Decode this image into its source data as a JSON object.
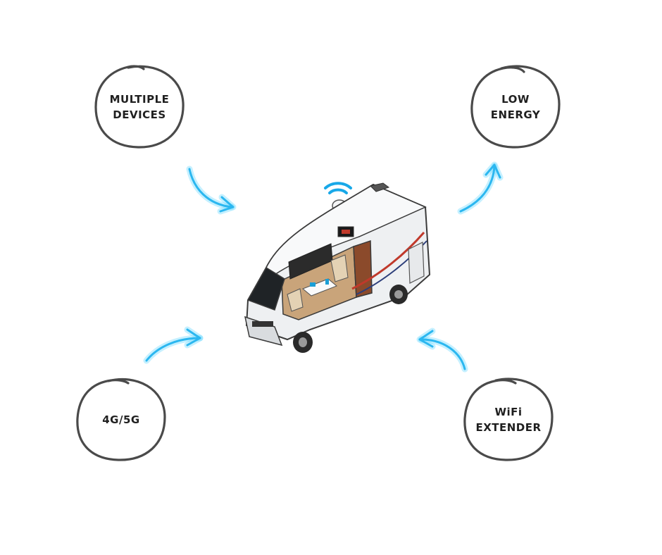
{
  "colors": {
    "bubble_stroke": "#4a4a4a",
    "arrow_glow": "#5ad3ff",
    "arrow_core": "#2bb7f0",
    "wifi_signal": "#18a8e8",
    "camper_body": "#eef0f2",
    "camper_stripe": "#c0392b",
    "camper_interior": "#8b4a2b"
  },
  "diagram": {
    "center": {
      "label": "",
      "icon": "camper-van-with-wifi-router-icon"
    },
    "features": [
      {
        "id": "multiple-devices",
        "lines": [
          "MULTIPLE",
          "DEVICES"
        ]
      },
      {
        "id": "low-energy",
        "lines": [
          "LOW",
          "ENERGY"
        ]
      },
      {
        "id": "4g-5g",
        "lines": [
          "4G/5G"
        ]
      },
      {
        "id": "wifi-extender",
        "lines": [
          "WiFi",
          "EXTENDER"
        ]
      }
    ]
  }
}
